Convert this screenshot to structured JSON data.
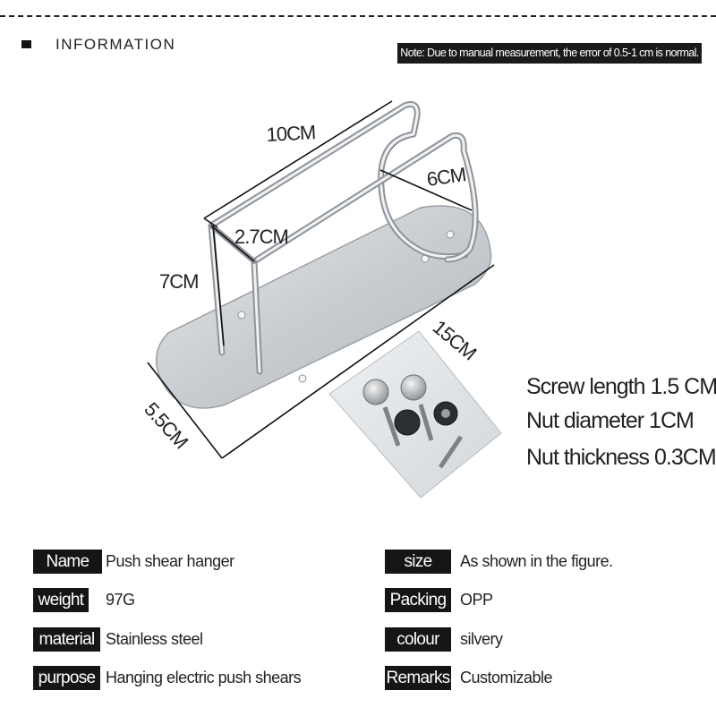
{
  "header": {
    "section_title": "INFORMATION",
    "note": "Note: Due to manual measurement, the error of 0.5-1 cm is normal."
  },
  "dimensions": {
    "top_width": "10CM",
    "depth": "6CM",
    "inner_gap": "2.7CM",
    "height": "7CM",
    "base_length": "15CM",
    "base_width": "5.5CM"
  },
  "specs": {
    "screw_length": "Screw length  1.5  CM",
    "nut_diameter": "Nut diameter  1CM",
    "nut_thickness": "Nut thickness  0.3CM"
  },
  "details": {
    "name_label": "Name",
    "name_value": "Push shear hanger",
    "weight_label": "weight",
    "weight_value": "97G",
    "material_label": "material",
    "material_value": "Stainless steel",
    "purpose_label": "purpose",
    "purpose_value": "Hanging electric push shears",
    "size_label": "size",
    "size_value": "As shown in the figure.",
    "packing_label": "Packing",
    "packing_value": "OPP",
    "colour_label": "colour",
    "colour_value": "silvery",
    "remarks_label": "Remarks",
    "remarks_value": "Customizable"
  },
  "colors": {
    "label_background": "#151515",
    "label_text": "#ffffff",
    "steel": "#c8ccd0"
  }
}
